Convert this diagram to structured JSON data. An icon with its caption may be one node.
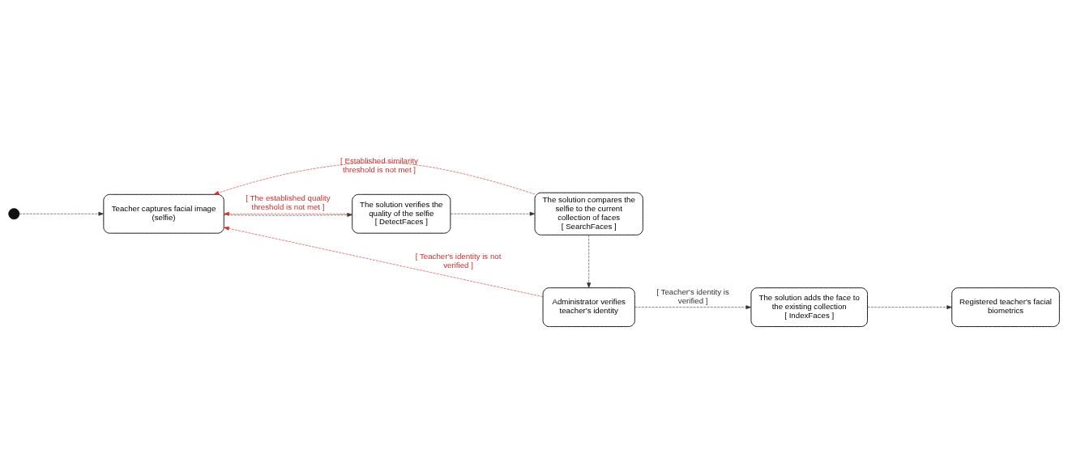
{
  "diagram": {
    "nodes": [
      {
        "text": [],
        "shape": "circle"
      },
      {
        "text": [
          "Teacher captures facial image (selfie)"
        ]
      },
      {
        "text": [
          "The solution verifies the quality of the selfie",
          "[ DetectFaces ]"
        ]
      },
      {
        "text": [
          "The solution compares the selfie to the current collection of faces",
          "[ SearchFaces ]"
        ]
      },
      {
        "text": [
          "Administrator verifies teacher's identity"
        ]
      },
      {
        "text": [
          "The solution adds the face to the existing collection",
          "[ IndexFaces ]"
        ]
      },
      {
        "text": [
          "Registered teacher's facial biometrics"
        ]
      }
    ],
    "edges": [
      {
        "from": 0,
        "to": 1,
        "arrow": "to",
        "style": "dashed"
      },
      {
        "from": 1,
        "to": 2,
        "arrow": "to",
        "style": "dashed"
      },
      {
        "from": 2,
        "to": 3,
        "arrow": "to",
        "style": "dashed"
      },
      {
        "from": 2,
        "to": 1,
        "arrow": "to",
        "style": "dashed",
        "color": "#d32f2f",
        "label": "[ The established quality threshold is not met ]"
      },
      {
        "from": 3,
        "to": 1,
        "arrow": "to",
        "style": "dashed",
        "color": "#d32f2f",
        "label": "[ Established similarity threshold is not met ]"
      },
      {
        "from": 3,
        "to": 4,
        "arrow": "to",
        "style": "dashed"
      },
      {
        "from": 4,
        "to": 1,
        "arrow": "to",
        "style": "dashed",
        "color": "#d32f2f",
        "label": "[ Teacher's identity is not verified ]"
      },
      {
        "from": 4,
        "to": 5,
        "arrow": "to",
        "style": "dashed",
        "label": "[ Teacher's identity is verified ]"
      },
      {
        "from": 5,
        "to": 6,
        "arrow": "to",
        "style": "dashed"
      }
    ]
  }
}
